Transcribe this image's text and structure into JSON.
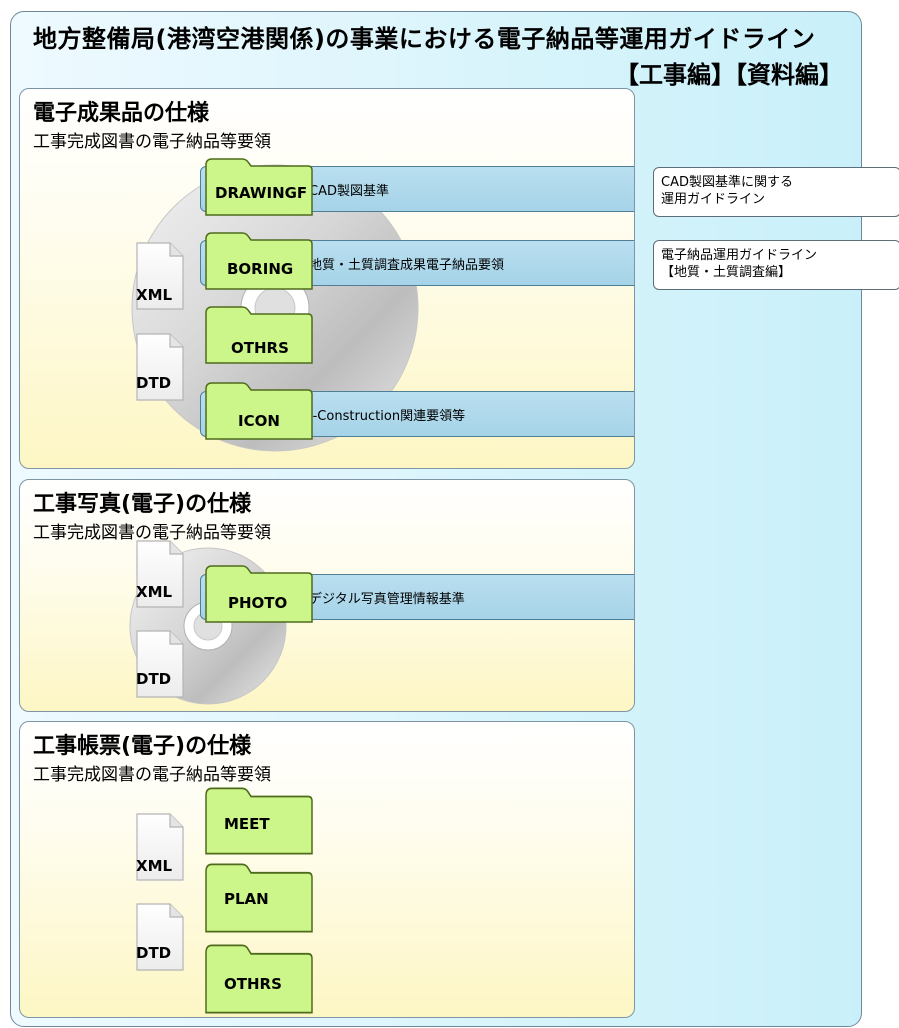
{
  "title": "地方整備局(港湾空港関係)の事業における電子納品等運用ガイドライン",
  "subtitle": "【工事編】【資料編】",
  "sections": [
    {
      "title": "電子成果品の仕様",
      "subtitle": "工事完成図書の電子納品等要領",
      "docs": [
        "XML",
        "DTD"
      ],
      "folders": [
        "DRAWINGF",
        "BORING",
        "OTHRS",
        "ICON"
      ],
      "bars": [
        "CAD製図基準",
        "地質・土質調査成果電子納品要領",
        "i-Construction関連要領等"
      ]
    },
    {
      "title": "工事写真(電子)の仕様",
      "subtitle": "工事完成図書の電子納品等要領",
      "docs": [
        "XML",
        "DTD"
      ],
      "folders": [
        "PHOTO"
      ],
      "bars": [
        "デジタル写真管理情報基準"
      ]
    },
    {
      "title": "工事帳票(電子)の仕様",
      "subtitle": "工事完成図書の電子納品等要領",
      "docs": [
        "XML",
        "DTD"
      ],
      "folders": [
        "MEET",
        "PLAN",
        "OTHRS"
      ]
    }
  ],
  "notes": [
    {
      "line1": "CAD製図基準に関する",
      "line2": "運用ガイドライン"
    },
    {
      "line1": "電子納品運用ガイドライン",
      "line2": "【地質・土質調査編】"
    }
  ],
  "colors": {
    "folder_fill": "#ccf58a",
    "bar_fill": "#aed8eb",
    "section_fill": "#fdf6c4",
    "outer_fill": "#d8f4fb"
  },
  "icons": [
    "cd-disc-icon",
    "document-icon",
    "folder-icon"
  ]
}
